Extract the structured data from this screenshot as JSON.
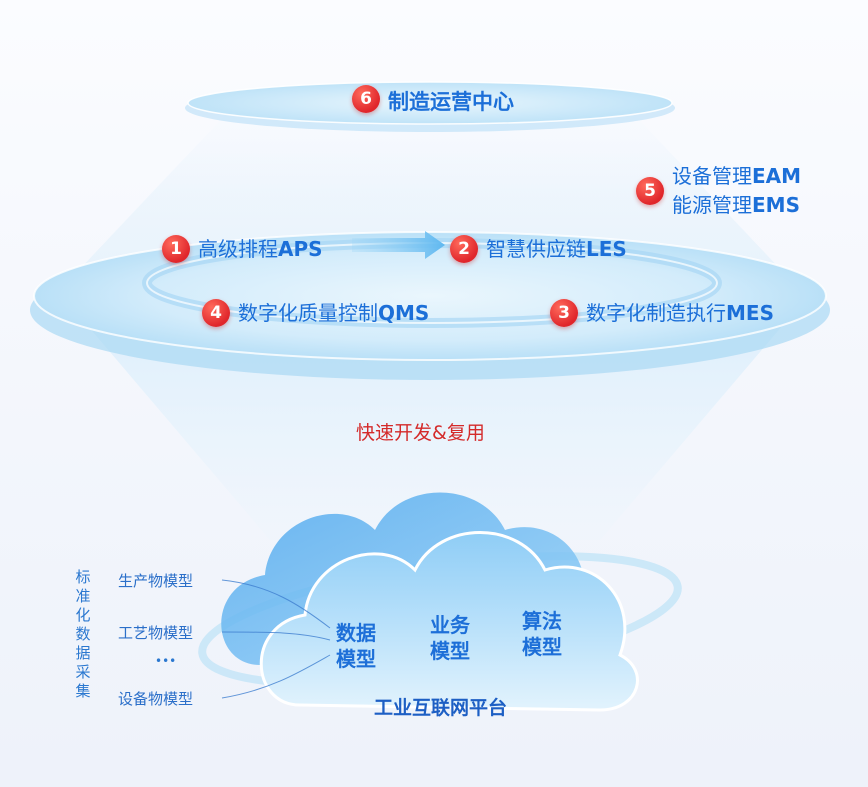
{
  "top_center": {
    "num": "6",
    "label": "制造运营中心"
  },
  "modules": [
    {
      "num": "1",
      "label": "高级排程",
      "code": "APS"
    },
    {
      "num": "2",
      "label": "智慧供应链",
      "code": "LES"
    },
    {
      "num": "3",
      "label": "数字化制造执行",
      "code": "MES"
    },
    {
      "num": "4",
      "label": "数字化质量控制",
      "code": "QMS"
    }
  ],
  "module5": {
    "num": "5",
    "line1_label": "设备管理",
    "line1_code": "EAM",
    "line2_label": "能源管理",
    "line2_code": "EMS"
  },
  "middle_text": "快速开发&复用",
  "cloud": {
    "cells": [
      {
        "line1": "数据",
        "line2": "模型"
      },
      {
        "line1": "业务",
        "line2": "模型"
      },
      {
        "line1": "算法",
        "line2": "模型"
      }
    ],
    "platform": "工业互联网平台"
  },
  "left_inputs": {
    "vertical_label": "标准化数据采集",
    "items": [
      "生产物模型",
      "工艺物模型",
      "•••",
      "设备物模型"
    ]
  },
  "colors": {
    "accent_blue": "#1c6fd8",
    "badge_red": "#e0262b",
    "mid_text_red": "#d42a2a"
  }
}
